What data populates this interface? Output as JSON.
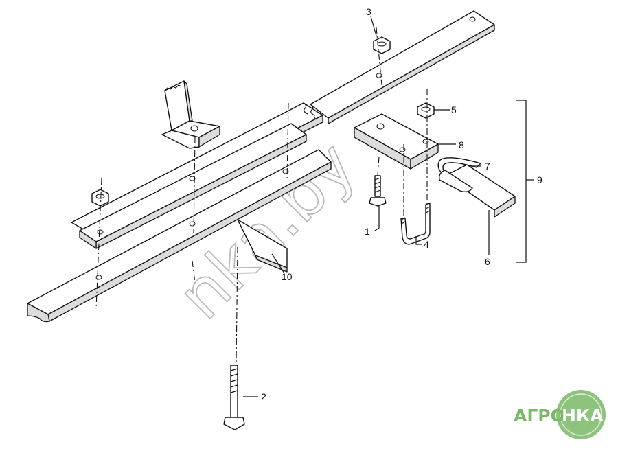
{
  "callouts": [
    {
      "id": "1",
      "label": "1"
    },
    {
      "id": "2",
      "label": "2"
    },
    {
      "id": "3",
      "label": "3"
    },
    {
      "id": "4",
      "label": "4"
    },
    {
      "id": "5",
      "label": "5"
    },
    {
      "id": "6",
      "label": "6"
    },
    {
      "id": "7",
      "label": "7"
    },
    {
      "id": "8",
      "label": "8"
    },
    {
      "id": "9",
      "label": "9"
    },
    {
      "id": "10",
      "label": "10"
    }
  ],
  "watermark": {
    "text": "nka.by"
  },
  "logo": {
    "text_left": "АГРО",
    "text_right": "НКА",
    "color_left": "#79b866",
    "color_circle": "#79b866"
  }
}
